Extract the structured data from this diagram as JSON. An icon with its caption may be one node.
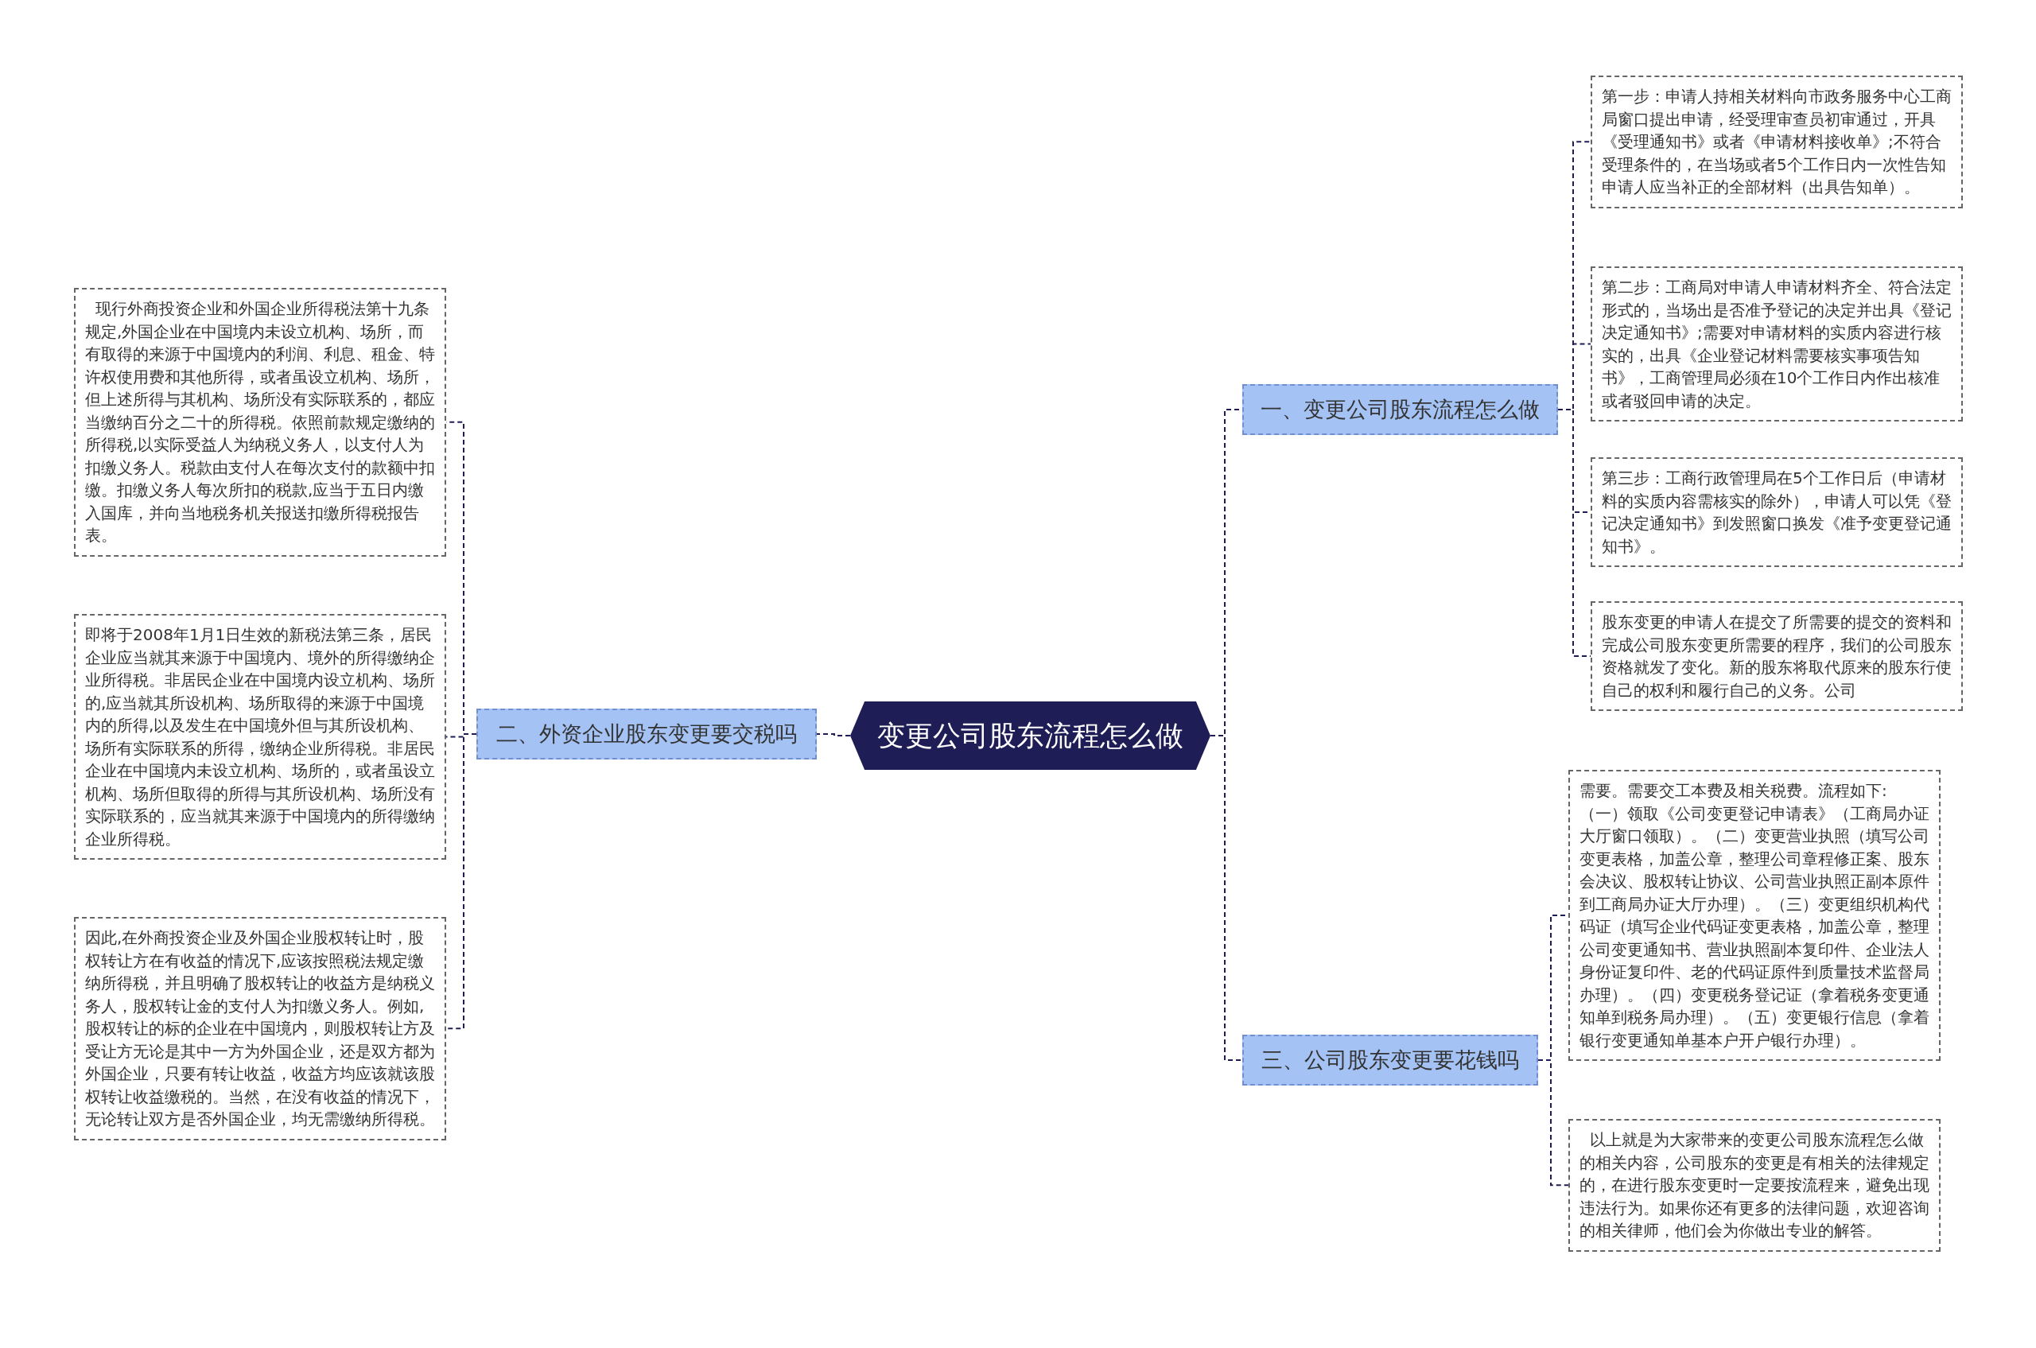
{
  "diagram": {
    "nodes": [
      {
        "text": [
          "变更公司股东流程怎么做"
        ]
      },
      {
        "text": [
          "一、变更公司股东流程怎么做"
        ]
      },
      {
        "text": [
          "第一步：申请人持相关材料向市政务服务中心工商局窗口提出申请，经受理审查员初审通过，开具《受理通知书》或者《申请材料接收单》;不符合受理条件的，在当场或者5个工作日内一次性告知申请人应当补正的全部材料（出具告知单）。"
        ]
      },
      {
        "text": [
          "第二步：工商局对申请人申请材料齐全、符合法定形式的，当场出是否准予登记的决定并出具《登记决定通知书》;需要对申请材料的实质内容进行核实的，出具《企业登记材料需要核实事项告知书》，工商管理局必须在10个工作日内作出核准或者驳回申请的决定。"
        ]
      },
      {
        "text": [
          "第三步：工商行政管理局在5个工作日后（申请材料的实质内容需核实的除外），申请人可以凭《登记决定通知书》到发照窗口换发《准予变更登记通知书》。"
        ]
      },
      {
        "text": [
          "股东变更的申请人在提交了所需要的提交的资料和完成公司股东变更所需要的程序，我们的公司股东资格就发了变化。新的股东将取代原来的股东行使自己的权利和履行自己的义务。公司"
        ]
      },
      {
        "text": [
          "二、外资企业股东变更要交税吗"
        ]
      },
      {
        "text": [
          "  现行外商投资企业和外国企业所得税法第十九条规定,外国企业在中国境内未设立机构、场所，而有取得的来源于中国境内的利润、利息、租金、特许权使用费和其他所得，或者虽设立机构、场所，但上述所得与其机构、场所没有实际联系的，都应当缴纳百分之二十的所得税。依照前款规定缴纳的所得税,以实际受益人为纳税义务人，以支付人为扣缴义务人。税款由支付人在每次支付的款额中扣缴。扣缴义务人每次所扣的税款,应当于五日内缴入国库，并向当地税务机关报送扣缴所得税报告表。"
        ]
      },
      {
        "text": [
          "即将于2008年1月1日生效的新税法第三条，居民企业应当就其来源于中国境内、境外的所得缴纳企业所得税。非居民企业在中国境内设立机构、场所的,应当就其所设机构、场所取得的来源于中国境内的所得,以及发生在中国境外但与其所设机构、场所有实际联系的所得，缴纳企业所得税。非居民企业在中国境内未设立机构、场所的，或者虽设立机构、场所但取得的所得与其所设机构、场所没有实际联系的，应当就其来源于中国境内的所得缴纳企业所得税。"
        ]
      },
      {
        "text": [
          "因此,在外商投资企业及外国企业股权转让时，股权转让方在有收益的情况下,应该按照税法规定缴纳所得税，并且明确了股权转让的收益方是纳税义务人，股权转让金的支付人为扣缴义务人。例如,股权转让的标的企业在中国境内，则股权转让方及受让方无论是其中一方为外国企业，还是双方都为外国企业，只要有转让收益，收益方均应该就该股权转让收益缴税的。当然，在没有收益的情况下，无论转让双方是否外国企业，均无需缴纳所得税。"
        ]
      },
      {
        "text": [
          "三、公司股东变更要花钱吗"
        ]
      },
      {
        "text": [
          "需要。需要交工本费及相关税费。流程如下: （一）领取《公司变更登记申请表》（工商局办证大厅窗口领取）。（二）变更营业执照（填写公司变更表格，加盖公章，整理公司章程修正案、股东会决议、股权转让协议、公司营业执照正副本原件到工商局办证大厅办理）。（三）变更组织机构代码证（填写企业代码证变更表格，加盖公章，整理公司变更通知书、营业执照副本复印件、企业法人身份证复印件、老的代码证原件到质量技术监督局办理）。（四）变更税务登记证（拿着税务变更通知单到税务局办理）。（五）变更银行信息（拿着银行变更通知单基本户开户银行办理）。"
        ]
      },
      {
        "text": [
          "  以上就是为大家带来的变更公司股东流程怎么做的相关内容，公司股东的变更是有相关的法律规定的，在进行股东变更时一定要按流程来，避免出现违法行为。如果你还有更多的法律问题，欢迎咨询的相关律师，他们会为你做出专业的解答。"
        ]
      }
    ],
    "edges": [
      {
        "from": 0,
        "to": 1,
        "arrow": "none"
      },
      {
        "from": 1,
        "to": 2,
        "arrow": "none"
      },
      {
        "from": 1,
        "to": 3,
        "arrow": "none"
      },
      {
        "from": 1,
        "to": 4,
        "arrow": "none"
      },
      {
        "from": 1,
        "to": 5,
        "arrow": "none"
      },
      {
        "from": 0,
        "to": 6,
        "arrow": "none"
      },
      {
        "from": 6,
        "to": 7,
        "arrow": "none"
      },
      {
        "from": 6,
        "to": 8,
        "arrow": "none"
      },
      {
        "from": 6,
        "to": 9,
        "arrow": "none"
      },
      {
        "from": 0,
        "to": 10,
        "arrow": "none"
      },
      {
        "from": 10,
        "to": 11,
        "arrow": "none"
      },
      {
        "from": 10,
        "to": 12,
        "arrow": "none"
      }
    ]
  }
}
